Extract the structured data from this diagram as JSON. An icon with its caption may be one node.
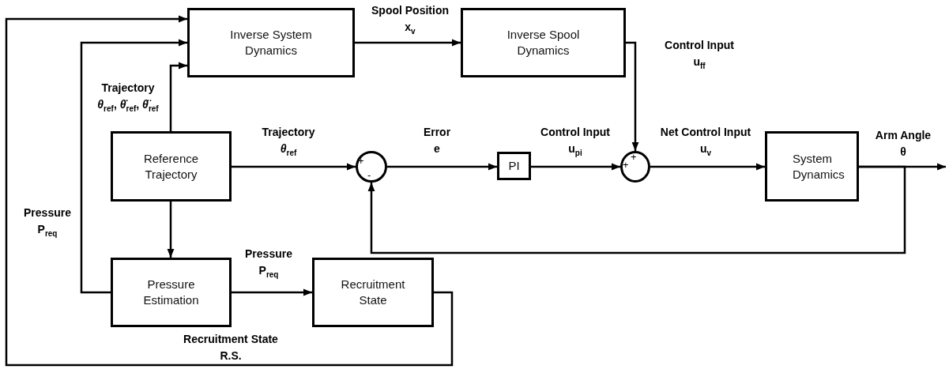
{
  "diagram": {
    "nodes": [
      {
        "text": [
          "Inverse System Dynamics"
        ]
      },
      {
        "text": [
          "Inverse Spool Dynamics"
        ]
      },
      {
        "text": [
          "Reference Trajectory"
        ]
      },
      {
        "text": [
          "+",
          "-"
        ]
      },
      {
        "text": [
          "PI"
        ]
      },
      {
        "text": [
          "+",
          "+"
        ]
      },
      {
        "text": [
          "System Dynamics"
        ]
      },
      {
        "text": [
          "Pressure Estimation"
        ]
      },
      {
        "text": [
          "Recruitment State"
        ]
      }
    ],
    "edges": [
      {
        "from": 2,
        "to": 0,
        "arrow": "to",
        "label": "Trajectory *θ*$_{ref}$, *θ̇*$_{ref}$, *θ̈*$_{ref}$"
      },
      {
        "from": 0,
        "to": 1,
        "arrow": "to",
        "label": "Spool Position x$_{v}$"
      },
      {
        "from": 1,
        "to": 5,
        "arrow": "to",
        "label": "Control Input u$_{ff}$"
      },
      {
        "from": 2,
        "to": 3,
        "arrow": "to",
        "label": "Trajectory *θ*$_{ref}$"
      },
      {
        "from": 3,
        "to": 4,
        "arrow": "to",
        "label": "Error e"
      },
      {
        "from": 4,
        "to": 5,
        "arrow": "to",
        "label": "Control Input u$_{pi}$"
      },
      {
        "from": 5,
        "to": 6,
        "arrow": "to",
        "label": "Net Control Input u$_{v}$"
      },
      {
        "from": 6,
        "to": null,
        "arrow": "to",
        "label": "Arm Angle θ"
      },
      {
        "from": 6,
        "to": 3,
        "arrow": "to"
      },
      {
        "from": 2,
        "to": 7,
        "arrow": "to"
      },
      {
        "from": 7,
        "to": 0,
        "arrow": "to",
        "label": "Pressure P$_{req}$"
      },
      {
        "from": 7,
        "to": 8,
        "arrow": "to",
        "label": "Pressure P$_{req}$"
      },
      {
        "from": 8,
        "to": 0,
        "arrow": "to",
        "label": "Recruitment State R.S."
      }
    ]
  }
}
